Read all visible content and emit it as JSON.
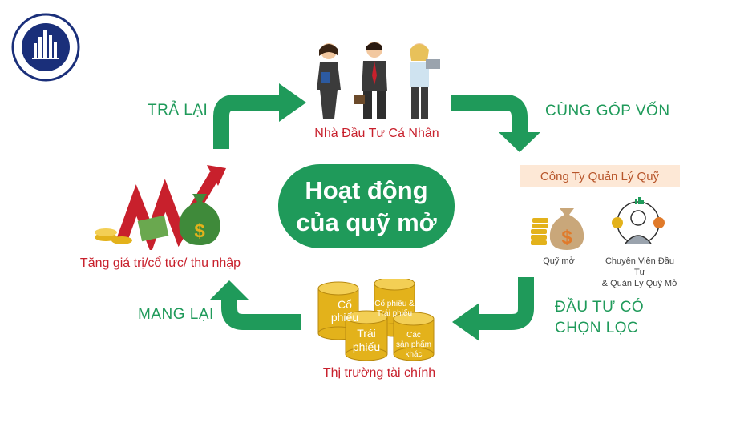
{
  "center": {
    "line1": "Hoạt động",
    "line2": "của quỹ mở"
  },
  "nodes": {
    "investors": "Nhà Đầu Tư Cá Nhân",
    "company": "Công Ty Quản Lý Quỹ",
    "fund": "Quỹ mở",
    "specialist_line1": "Chuyên Viên Đầu Tư",
    "specialist_line2": "& Quản Lý Quỹ Mở",
    "market": "Thị trường tài chính",
    "growth": "Tăng giá trị/cổ tức/ thu nhập"
  },
  "arrows": {
    "return": "TRẢ LẠI",
    "contribute": "CÙNG GÓP VỐN",
    "select_line1": "ĐẦU TƯ CÓ",
    "select_line2": "CHỌN LỌC",
    "bring": "MANG LẠI"
  },
  "coins": {
    "stocks_line1": "Cổ",
    "stocks_line2": "phiếu",
    "mixed_line1": "Cổ phiếu &",
    "mixed_line2": "Trái phiếu",
    "bonds_line1": "Trái",
    "bonds_line2": "phiếu",
    "other_line1": "Các",
    "other_line2": "sản phẩm",
    "other_line3": "khác"
  },
  "colors": {
    "green": "#1f9a5a",
    "red": "#c8202c",
    "gold": "#e3b21b",
    "peach": "#fde8d6"
  }
}
